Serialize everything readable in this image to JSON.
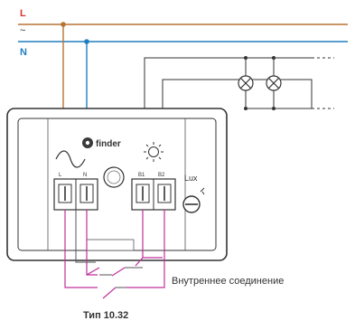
{
  "wires": {
    "line_label": "L",
    "ac_symbol": "~",
    "neutral_label": "N",
    "line_color": "#b87333",
    "neutral_color": "#1f7fc0",
    "connection_color": "#c0309a"
  },
  "device": {
    "brand": "finder",
    "terminal_left": "L",
    "terminal_neutral": "N",
    "terminal_b1": "B1",
    "terminal_b2": "B2",
    "lux_label": "Lux"
  },
  "labels": {
    "internal_connection": "Внутреннее соединение",
    "type": "Тип 10.32"
  }
}
